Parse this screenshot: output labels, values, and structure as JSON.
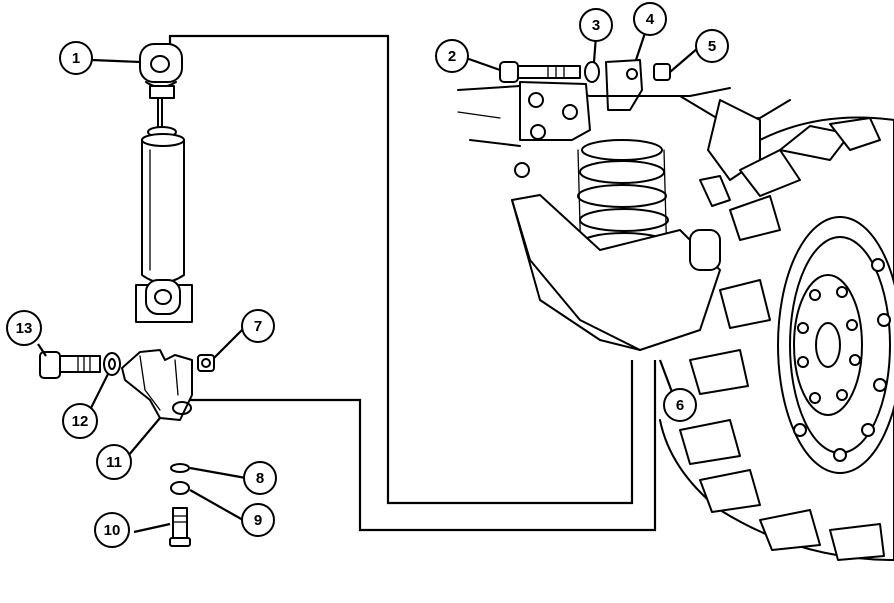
{
  "diagram": {
    "callouts": [
      {
        "id": "c1",
        "label": "1"
      },
      {
        "id": "c2",
        "label": "2"
      },
      {
        "id": "c3",
        "label": "3"
      },
      {
        "id": "c4",
        "label": "4"
      },
      {
        "id": "c5",
        "label": "5"
      },
      {
        "id": "c6",
        "label": "6"
      },
      {
        "id": "c7",
        "label": "7"
      },
      {
        "id": "c8",
        "label": "8"
      },
      {
        "id": "c9",
        "label": "9"
      },
      {
        "id": "c10",
        "label": "10"
      },
      {
        "id": "c11",
        "label": "11"
      },
      {
        "id": "c12",
        "label": "12"
      },
      {
        "id": "c13",
        "label": "13"
      }
    ],
    "colors": {
      "ink": "#000000",
      "paper": "#ffffff"
    }
  }
}
